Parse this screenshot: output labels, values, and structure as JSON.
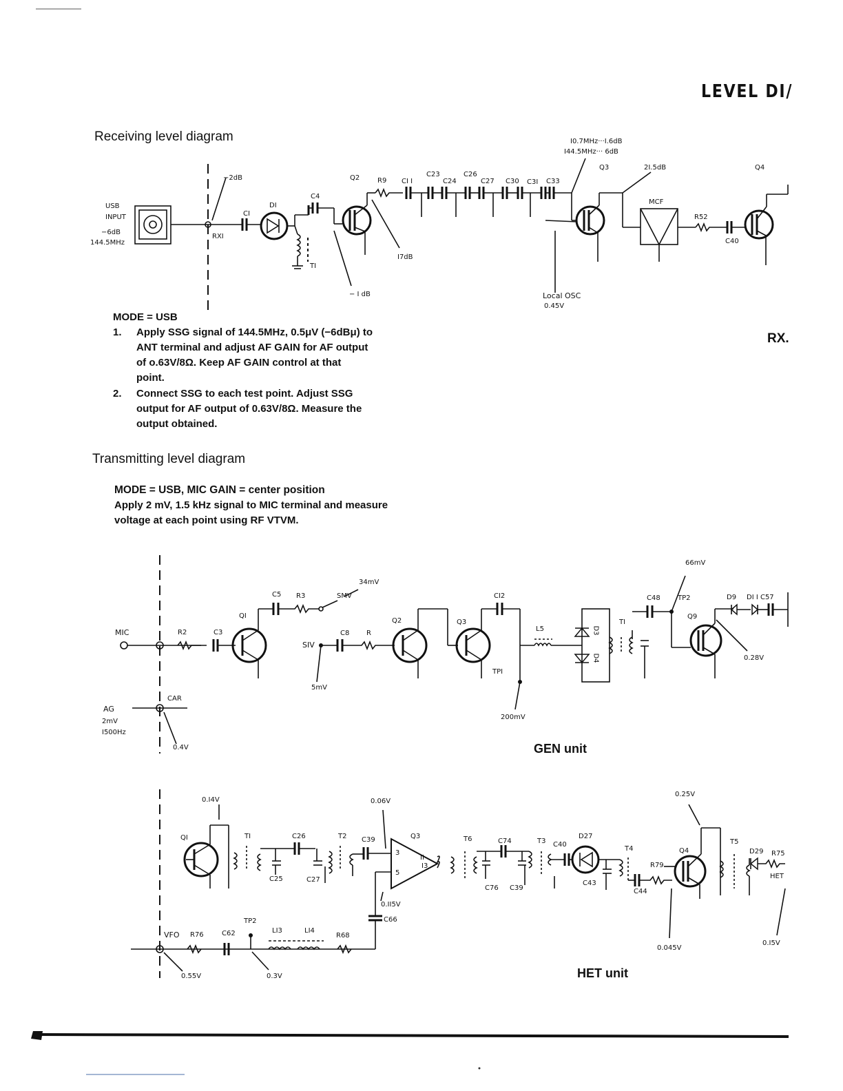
{
  "header": {
    "title": "LEVEL DI/",
    "side_label": "RX."
  },
  "receiving": {
    "heading": "Receiving level diagram",
    "mode": "MODE = USB",
    "steps": [
      {
        "num": "1.",
        "lines": [
          "Apply SSG signal of 144.5MHz, 0.5μV (−6dBμ) to",
          "ANT terminal and adjust AF GAIN for AF output",
          "of o.63V/8Ω. Keep AF GAIN control at that",
          "point."
        ]
      },
      {
        "num": "2.",
        "lines": [
          "Connect SSG to each test point. Adjust SSG",
          "output for AF output of 0.63V/8Ω. Measure the",
          "output obtained."
        ]
      }
    ],
    "labels": {
      "usb": "USB",
      "input": "INPUT",
      "minus6db": "−6dB",
      "freq": "144.5MHz",
      "minus2db": "−2dB",
      "rx1": "RXI",
      "c1": "CI",
      "d1": "DI",
      "c4": "C4",
      "t1": "TI",
      "q2": "Q2",
      "r9": "R9",
      "c11": "CI I",
      "c23": "C23",
      "c24": "C24",
      "c26": "C26",
      "c27": "C27",
      "c30": "C30",
      "c31": "C3I",
      "c33": "C33",
      "db17": "I7dB",
      "minus1db": "− I dB",
      "if_line1": "I0.7MHz···I.6dB",
      "if_line2": "I44.5MHz···  6dB",
      "q3": "Q3",
      "db21": "2I.5dB",
      "mcf": "MCF",
      "r52": "R52",
      "c40": "C40",
      "q4": "Q4",
      "local_osc": "Local OSC",
      "v045": "0.45V"
    }
  },
  "transmitting": {
    "heading": "Transmitting level diagram",
    "mode": "MODE = USB, MIC GAIN = center position",
    "instruction_lines": [
      "Apply 2 mV, 1.5 kHz signal to MIC terminal and measure",
      "voltage at each point using RF VTVM."
    ],
    "gen": {
      "unit_label": "GEN unit",
      "labels": {
        "mic": "MIC",
        "r2": "R2",
        "c3": "C3",
        "q1": "QI",
        "c5": "C5",
        "r3": "R3",
        "smv": "SMV",
        "mv34": "34mV",
        "s1v": "SIV",
        "c8": "C8",
        "r": "R",
        "mv5": "5mV",
        "q2": "Q2",
        "q3": "Q3",
        "c12": "CI2",
        "l5": "L5",
        "tp1": "TPI",
        "mv200": "200mV",
        "d3": "D3",
        "d4": "D4",
        "t1": "TI",
        "c48": "C48",
        "tp2": "TP2",
        "mv66": "66mV",
        "q9": "Q9",
        "d9": "D9",
        "d11c57": "DI I C57",
        "v028": "0.28V",
        "ag": "AG",
        "mv2": "2mV",
        "hz1500": "I500Hz",
        "car": "CAR",
        "v04": "0.4V"
      }
    },
    "het": {
      "unit_label": "HET unit",
      "labels": {
        "v014": "0.I4V",
        "q1": "QI",
        "t1": "TI",
        "c26": "C26",
        "c25": "C25",
        "c27": "C27",
        "t2": "T2",
        "c39a": "C39",
        "v006": "0.06V",
        "q3": "Q3",
        "pin3": "3",
        "pin11": "II",
        "pin13": "I3",
        "pin5": "5",
        "v0115": "0.II5V",
        "c66": "C66",
        "t6": "T6",
        "c74": "C74",
        "c76": "C76",
        "c39b": "C39",
        "t3": "T3",
        "c40": "C40",
        "d27": "D27",
        "c43": "C43",
        "t4": "T4",
        "r79": "R79",
        "c44": "C44",
        "q4": "Q4",
        "v025": "0.25V",
        "v0045": "0.045V",
        "t5": "T5",
        "d29": "D29",
        "r75": "R75",
        "het": "HET",
        "v015": "0.I5V",
        "vfo": "VFO",
        "r76": "R76",
        "c62": "C62",
        "tp2": "TP2",
        "l13": "LI3",
        "l14": "LI4",
        "r68": "R68",
        "v055": "0.55V",
        "v03": "0.3V"
      }
    }
  }
}
